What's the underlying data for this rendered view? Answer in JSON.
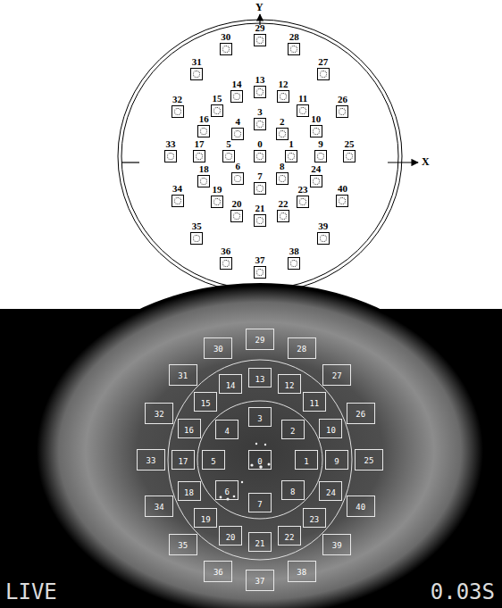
{
  "diagram": {
    "nodes": [
      {
        "text": [
          "0"
        ]
      },
      {
        "text": [
          "1"
        ]
      },
      {
        "text": [
          "2"
        ]
      },
      {
        "text": [
          "3"
        ]
      },
      {
        "text": [
          "4"
        ]
      },
      {
        "text": [
          "5"
        ]
      },
      {
        "text": [
          "6"
        ]
      },
      {
        "text": [
          "7"
        ]
      },
      {
        "text": [
          "8"
        ]
      },
      {
        "text": [
          "9"
        ]
      },
      {
        "text": [
          "10"
        ]
      },
      {
        "text": [
          "11"
        ]
      },
      {
        "text": [
          "12"
        ]
      },
      {
        "text": [
          "13"
        ]
      },
      {
        "text": [
          "14"
        ]
      },
      {
        "text": [
          "15"
        ]
      },
      {
        "text": [
          "16"
        ]
      },
      {
        "text": [
          "17"
        ]
      },
      {
        "text": [
          "18"
        ]
      },
      {
        "text": [
          "19"
        ]
      },
      {
        "text": [
          "20"
        ]
      },
      {
        "text": [
          "21"
        ]
      },
      {
        "text": [
          "22"
        ]
      },
      {
        "text": [
          "23"
        ]
      },
      {
        "text": [
          "24"
        ]
      },
      {
        "text": [
          "25"
        ]
      },
      {
        "text": [
          "26"
        ]
      },
      {
        "text": [
          "27"
        ]
      },
      {
        "text": [
          "28"
        ]
      },
      {
        "text": [
          "29"
        ]
      },
      {
        "text": [
          "30"
        ]
      },
      {
        "text": [
          "31"
        ]
      },
      {
        "text": [
          "32"
        ]
      },
      {
        "text": [
          "33"
        ]
      },
      {
        "text": [
          "34"
        ]
      },
      {
        "text": [
          "35"
        ]
      },
      {
        "text": [
          "36"
        ]
      },
      {
        "text": [
          "37"
        ]
      },
      {
        "text": [
          "38"
        ]
      },
      {
        "text": [
          "39"
        ]
      },
      {
        "text": [
          "40"
        ]
      },
      {
        "text": [
          "0"
        ]
      },
      {
        "text": [
          "1"
        ]
      },
      {
        "text": [
          "2"
        ]
      },
      {
        "text": [
          "3"
        ]
      },
      {
        "text": [
          "4"
        ]
      },
      {
        "text": [
          "5"
        ]
      },
      {
        "text": [
          "6"
        ]
      },
      {
        "text": [
          "7"
        ]
      },
      {
        "text": [
          "8"
        ]
      },
      {
        "text": [
          "9"
        ]
      },
      {
        "text": [
          "10"
        ]
      },
      {
        "text": [
          "11"
        ]
      },
      {
        "text": [
          "12"
        ]
      },
      {
        "text": [
          "13"
        ]
      },
      {
        "text": [
          "14"
        ]
      },
      {
        "text": [
          "15"
        ]
      },
      {
        "text": [
          "16"
        ]
      },
      {
        "text": [
          "17"
        ]
      },
      {
        "text": [
          "18"
        ]
      },
      {
        "text": [
          "19"
        ]
      },
      {
        "text": [
          "20"
        ]
      },
      {
        "text": [
          "21"
        ]
      },
      {
        "text": [
          "22"
        ]
      },
      {
        "text": [
          "23"
        ]
      },
      {
        "text": [
          "24"
        ]
      },
      {
        "text": [
          "25"
        ]
      },
      {
        "text": [
          "26"
        ]
      },
      {
        "text": [
          "27"
        ]
      },
      {
        "text": [
          "28"
        ]
      },
      {
        "text": [
          "29"
        ]
      },
      {
        "text": [
          "30"
        ]
      },
      {
        "text": [
          "31"
        ]
      },
      {
        "text": [
          "32"
        ]
      },
      {
        "text": [
          "33"
        ]
      },
      {
        "text": [
          "34"
        ]
      },
      {
        "text": [
          "35"
        ]
      },
      {
        "text": [
          "36"
        ]
      },
      {
        "text": [
          "37"
        ]
      },
      {
        "text": [
          "38"
        ]
      },
      {
        "text": [
          "39"
        ]
      },
      {
        "text": [
          "40"
        ]
      }
    ],
    "labels": [
      "X",
      "Y",
      "LIVE",
      "0.03S"
    ]
  }
}
